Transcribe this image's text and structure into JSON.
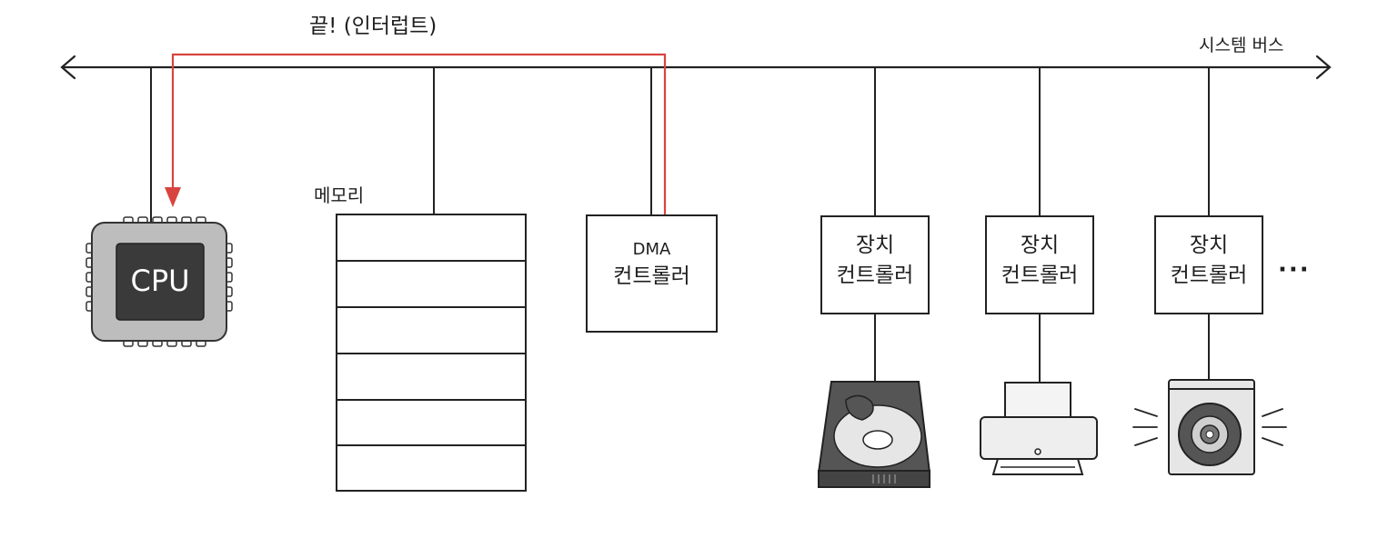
{
  "labels": {
    "interrupt": "끝! (인터럽트)",
    "system_bus": "시스템 버스",
    "memory": "메모리",
    "cpu": "CPU",
    "ellipsis": "···"
  },
  "dma_controller": {
    "line1": "DMA",
    "line2": "컨트롤러"
  },
  "device_controllers": [
    {
      "line1": "장치",
      "line2": "컨트롤러",
      "device": "hard-disk-icon"
    },
    {
      "line1": "장치",
      "line2": "컨트롤러",
      "device": "printer-icon"
    },
    {
      "line1": "장치",
      "line2": "컨트롤러",
      "device": "speaker-icon"
    }
  ],
  "colors": {
    "line": "#222222",
    "interrupt_arrow": "#d9443f",
    "cpu_body": "#bdbdbd",
    "cpu_core": "#3a3a3a",
    "device_dark": "#555555"
  }
}
